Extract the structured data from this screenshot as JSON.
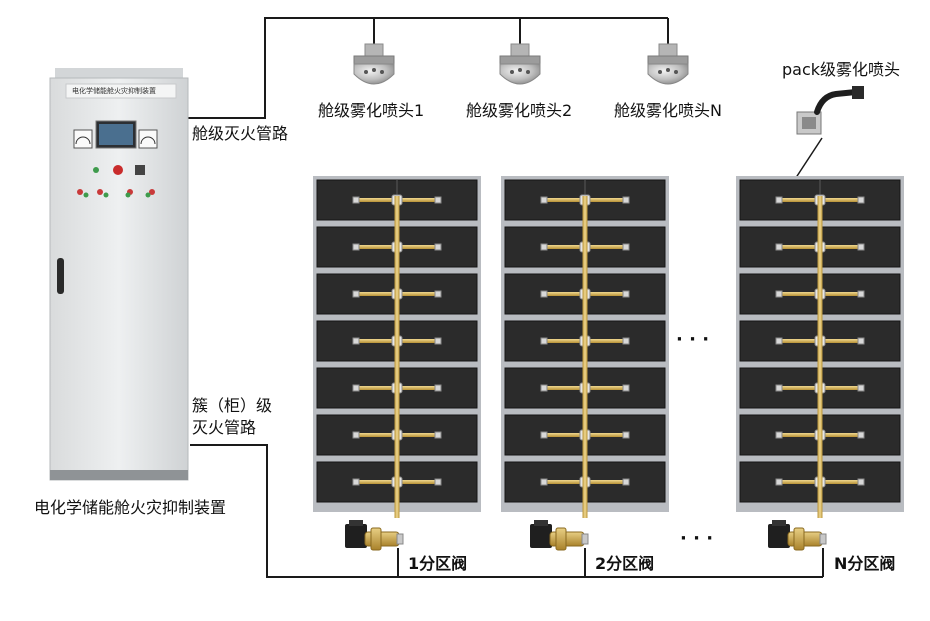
{
  "cabinet": {
    "title_plate": "电化学储能舱火灾抑制装置",
    "caption": "电化学储能舱火灾抑制装置"
  },
  "pipes": {
    "compartment_pipe_label": "舱级灭火管路",
    "cluster_pipe_label_line1": "簇（柜）级",
    "cluster_pipe_label_line2": "灭火管路"
  },
  "nozzles": [
    {
      "label": "舱级雾化喷头1"
    },
    {
      "label": "舱级雾化喷头2"
    },
    {
      "label": "舱级雾化喷头N"
    }
  ],
  "pack_nozzle": {
    "label": "pack级雾化喷头"
  },
  "racks": [
    {
      "valve_label": "1分区阀"
    },
    {
      "valve_label": "2分区阀"
    },
    {
      "valve_label": "N分区阀"
    }
  ],
  "ellipsis": "· · ·",
  "colors": {
    "line": "#1a1a1a",
    "rack_frame": "#b9bcc1",
    "pack": "#2b2b2b",
    "pipe": "#d4b25c",
    "cabinet": "#e4e6e7"
  }
}
